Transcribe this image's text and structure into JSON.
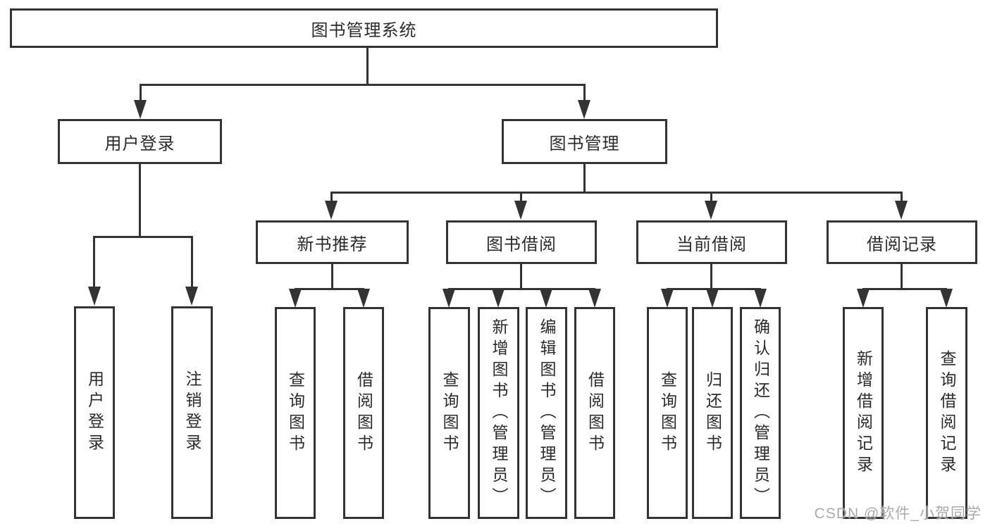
{
  "tree": {
    "label": "图书管理系统",
    "children": [
      {
        "label": "用户登录",
        "children": [
          {
            "label": "用户登录"
          },
          {
            "label": "注销登录"
          }
        ]
      },
      {
        "label": "图书管理",
        "children": [
          {
            "label": "新书推荐",
            "children": [
              {
                "label": "查询图书"
              },
              {
                "label": "借阅图书"
              }
            ]
          },
          {
            "label": "图书借阅",
            "children": [
              {
                "label": "查询图书"
              },
              {
                "label": "新增图书（管理员）"
              },
              {
                "label": "编辑图书（管理员）"
              },
              {
                "label": "借阅图书"
              }
            ]
          },
          {
            "label": "当前借阅",
            "children": [
              {
                "label": "查询图书"
              },
              {
                "label": "归还图书"
              },
              {
                "label": "确认归还（管理员）"
              }
            ]
          },
          {
            "label": "借阅记录",
            "children": [
              {
                "label": "新增借阅记录"
              },
              {
                "label": "查询借阅记录"
              }
            ]
          }
        ]
      }
    ]
  },
  "watermark": {
    "text": "CSDN @软件_小贺同学"
  },
  "colors": {
    "line": "#333333",
    "text": "#2b2b2b",
    "watermark": "#aaaaaa",
    "background": "#ffffff"
  }
}
